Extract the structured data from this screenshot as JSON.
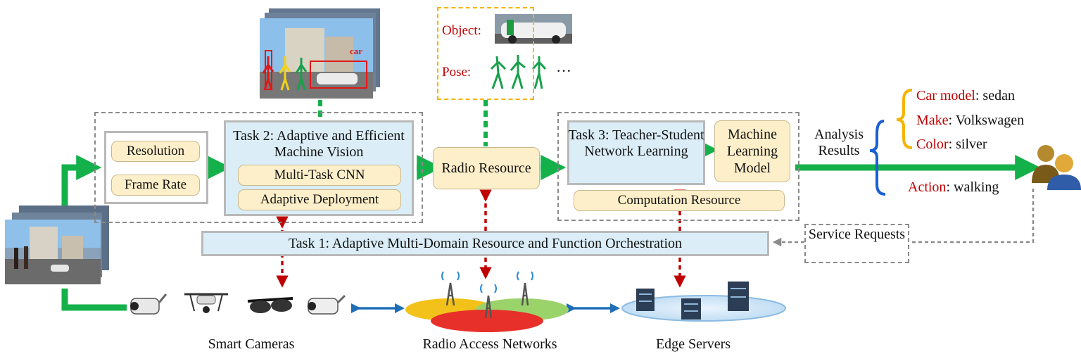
{
  "task2": {
    "title": "Task 2: Adaptive and Efficient Machine Vision",
    "cnn": "Multi-Task CNN",
    "deploy": "Adaptive Deployment"
  },
  "prep": {
    "resolution": "Resolution",
    "frame_rate": "Frame Rate"
  },
  "radio": {
    "label": "Radio Resource"
  },
  "object_panel": {
    "object_label": "Object:",
    "pose_label": "Pose:",
    "ellipsis": "···"
  },
  "scene_label": "car",
  "task3": {
    "title": "Task 3: Teacher-Student Network Learning",
    "ml_model": "Machine Learning Model",
    "computation": "Computation Resource"
  },
  "task1": {
    "title": "Task 1: Adaptive Multi-Domain Resource and Function Orchestration"
  },
  "service": {
    "label": "Service Requests"
  },
  "analysis": {
    "label": "Analysis Results"
  },
  "results": {
    "car_model_key": "Car model",
    "car_model_val": ": sedan",
    "make_key": "Make",
    "make_val": ": Volkswagen",
    "color_key": "Color",
    "color_val": ": silver",
    "action_key": "Action",
    "action_val": ": walking"
  },
  "bottom": {
    "cameras": "Smart Cameras",
    "ran": "Radio Access Networks",
    "edge": "Edge Servers"
  },
  "colors": {
    "green": "#14b14b",
    "red": "#c00000",
    "blue": "#1f6fb6",
    "orange": "#f5b400",
    "task_fill": "#dbeef7",
    "pill_fill": "#fdefc9"
  }
}
